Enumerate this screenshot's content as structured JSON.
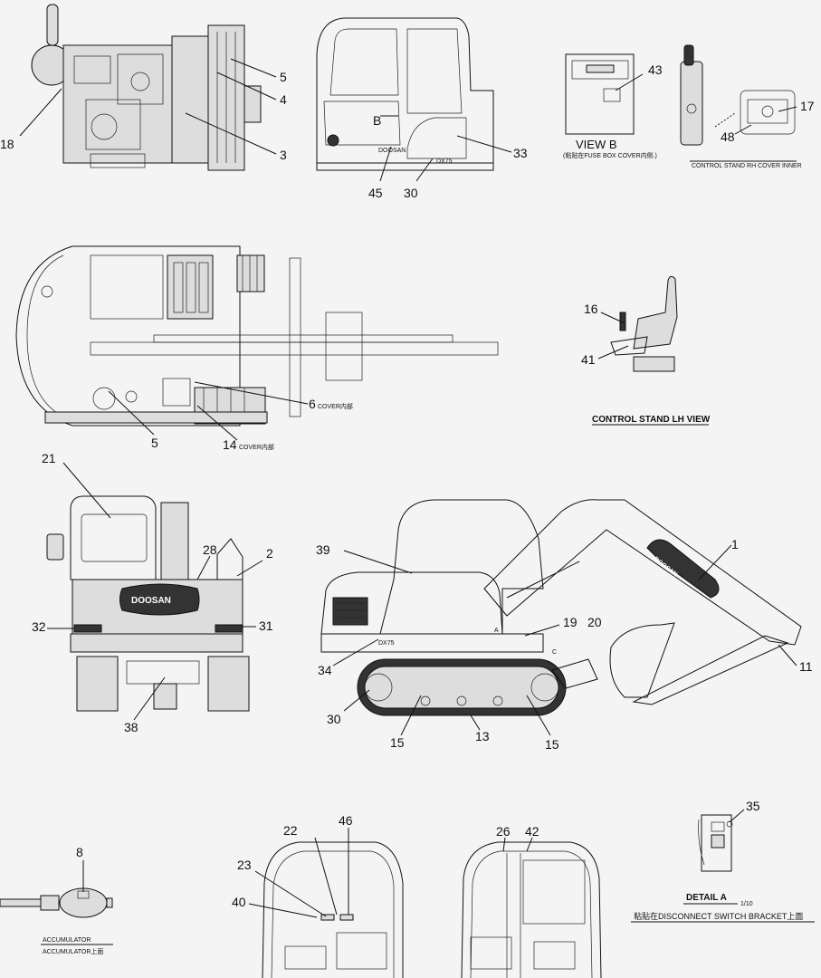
{
  "callouts": {
    "n18": "18",
    "n5a": "5",
    "n4": "4",
    "n3": "3",
    "n45": "45",
    "n30a": "30",
    "n33": "33",
    "b_marker": "B",
    "n43": "43",
    "n48": "48",
    "n17": "17",
    "n6": "6",
    "n14": "14",
    "n5b": "5",
    "n16": "16",
    "n41": "41",
    "n21": "21",
    "n28": "28",
    "n2": "2",
    "n32": "32",
    "n31": "31",
    "n38": "38",
    "n39": "39",
    "n1": "1",
    "n19": "19",
    "n20": "20",
    "n11": "11",
    "n34": "34",
    "n30b": "30",
    "n13": "13",
    "n15a": "15",
    "n15b": "15",
    "c_marker": "C",
    "a_marker": "A",
    "n8": "8",
    "n22": "22",
    "n46": "46",
    "n23": "23",
    "n40": "40",
    "n26": "26",
    "n42": "42",
    "n35": "35"
  },
  "captions": {
    "view_b": "VIEW  B",
    "view_b_note": "(粘贴在FUSE BOX COVER内侧.)",
    "control_rh": "CONTROL STAND RH COVER INNER",
    "cover_inner_6": "COVER内部",
    "cover_inner_14": "COVER内部",
    "control_lh": "CONTROL STAND LH VIEW",
    "accumulator": "ACCUMULATOR",
    "accumulator_note": "ACCUMULATOR上面",
    "detail_a": "DETAIL    A",
    "detail_scale": "1/10",
    "detail_note": "粘贴在DISCONNECT  SWITCH  BRACKET上面"
  },
  "branding": {
    "logo": "DOOSAN",
    "model": "DX75"
  }
}
